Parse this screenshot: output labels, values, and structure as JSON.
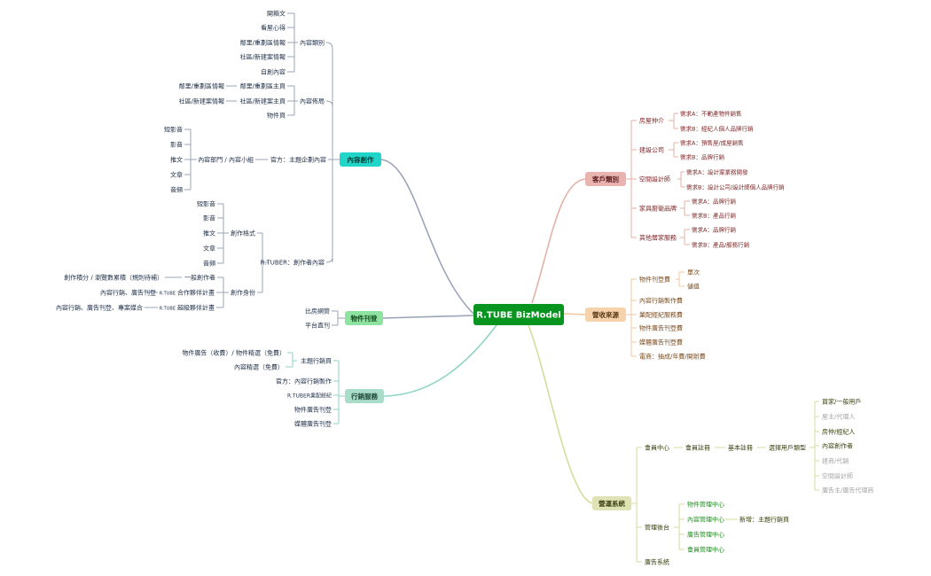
{
  "root": {
    "label": "R.TUBE BizModel",
    "color": "#07941f"
  },
  "branches": {
    "content": {
      "label": "內容創作",
      "color": "#1fd6c8",
      "type": {
        "label": "內容類別",
        "items": [
          "開箱文",
          "看屋心得",
          "鄰里/重劃區情報",
          "社區/新建案情報",
          "自創內容"
        ]
      },
      "layout": {
        "label": "內容佈局",
        "neighborhood": "鄰里/重劃區主頁",
        "neighborhood_child": "鄰里/重劃區情報",
        "community": "社區/新建案主頁",
        "community_child": "社區/新建案情報",
        "property": "物件頁"
      },
      "official": {
        "label": "官方：主題企劃內容",
        "dept": "內容部門 / 內容小組",
        "items": [
          "短影音",
          "影音",
          "推文",
          "文章",
          "音頻"
        ]
      },
      "creator": {
        "label": "R.TUBER：創作者內容",
        "format": {
          "label": "創作格式",
          "items": [
            "短影音",
            "影音",
            "推文",
            "文章",
            "音頻"
          ]
        },
        "identity": {
          "label": "創作身份",
          "general": {
            "label": "一般創作者",
            "child": "創作積分 / 瀏覽數累積（規則待補）"
          },
          "partner": {
            "prefix": "R.TUBE",
            "label": "合作夥伴計畫",
            "child": "內容行銷、廣告刊登"
          },
          "super": {
            "prefix": "R.TUBE",
            "label": "超級夥伴計畫",
            "child": "內容行銷、廣告刊登、專案媒合"
          }
        }
      }
    },
    "listing": {
      "label": "物件刊登",
      "color": "#8fe3a0",
      "items": [
        "比房網管",
        "平台直刊"
      ]
    },
    "marketing": {
      "label": "行銷服務",
      "color": "#a9ddc9",
      "topic": {
        "label": "主題行銷頁",
        "items": [
          "物件廣告（收費）/ 物件精選（免費）",
          "內容精選（免費）"
        ]
      },
      "items": [
        "官方：內容行銷製作",
        "R.TUBER業配經紀",
        "物件廣告刊登",
        "媒體廣告刊登"
      ]
    },
    "customer": {
      "label": "客戶類別",
      "color": "#e9b4b0",
      "groups": [
        {
          "label": "房屋仲介",
          "items": [
            "需求A：不動產物件銷售",
            "需求B：經紀人個人品牌行銷"
          ]
        },
        {
          "label": "建設公司",
          "items": [
            "需求A：預售屋/成屋銷售",
            "需求B：品牌行銷"
          ]
        },
        {
          "label": "空間設計師",
          "items": [
            "需求A：設計案業務開發",
            "需求B：設計公司/設計師個人品牌行銷"
          ]
        },
        {
          "label": "家具廚衛品牌",
          "items": [
            "需求A：品牌行銷",
            "需求B：產品行銷"
          ]
        },
        {
          "label": "其他居家服務",
          "items": [
            "需求A：品牌行銷",
            "需求B：產品/服務行銷"
          ]
        }
      ]
    },
    "revenue": {
      "label": "營收來源",
      "color": "#f6d3ad",
      "listing_fee": {
        "label": "物件刊登費",
        "items": [
          "單次",
          "儲值"
        ]
      },
      "items": [
        "內容行銷製作費",
        "業配經紀服務費",
        "物件廣告刊登費",
        "媒體廣告刊登費",
        "電商：抽成/年費/開辦費"
      ]
    },
    "system": {
      "label": "營運系統",
      "color": "#dfe2b2",
      "member": {
        "label": "會員中心",
        "register": "會員註冊",
        "basic": "基本註冊",
        "select": "選擇用戶類型",
        "types": [
          "買家/一般用戶",
          "屋主/代理人",
          "房仲/經紀人",
          "內容創作者",
          "建商/代銷",
          "空間設計師",
          "廣告主/廣告代理商"
        ]
      },
      "admin": {
        "label": "管理後台",
        "items": [
          "物件管理中心",
          "內容管理中心",
          "廣告管理中心",
          "會員管理中心"
        ],
        "new_label": "新增：主題行銷頁"
      },
      "ads": "廣告系統"
    }
  },
  "colors": {
    "link_content": "#9aa4b8",
    "link_listing": "#9aa4b8",
    "link_marketing": "#8fd3c5",
    "link_customer": "#e3b1a7",
    "link_revenue": "#efc79f",
    "link_system": "#d6dc9e",
    "text_left": "#22324a",
    "text_customer": "#7c1f20",
    "text_revenue": "#7a4a1c",
    "text_system": "#36410c",
    "text_admin": "#1f8f1f",
    "text_faded": "#a6a6a6"
  }
}
